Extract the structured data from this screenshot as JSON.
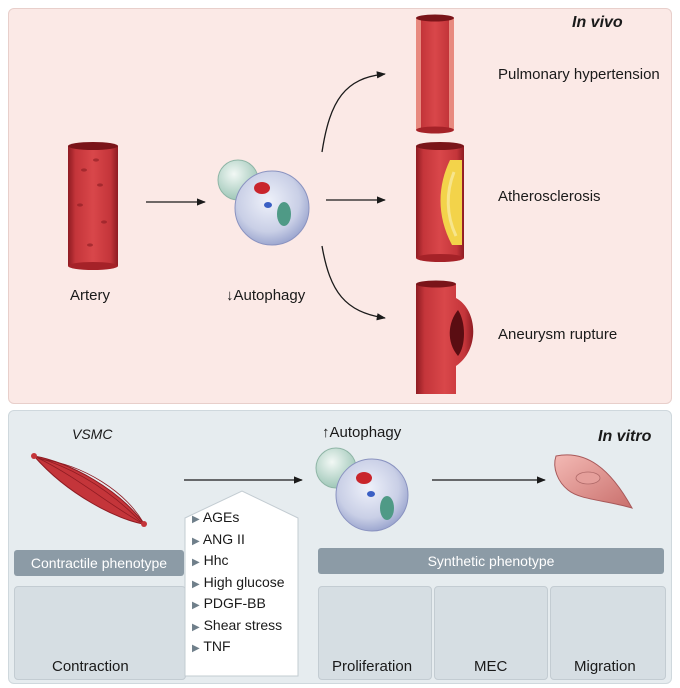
{
  "in_vivo": {
    "title": "In vivo",
    "artery_label": "Artery",
    "autophagy_label": "Autophagy",
    "autophagy_arrow": "down",
    "outcomes": [
      "Pulmonary hypertension",
      "Atherosclerosis",
      "Aneurysm rupture"
    ]
  },
  "in_vitro": {
    "title": "In vitro",
    "vsmc_label": "VSMC",
    "autophagy_label": "Autophagy",
    "autophagy_arrow": "up",
    "contractile_phenotype": "Contractile phenotype",
    "synthetic_phenotype": "Synthetic phenotype",
    "contraction_label": "Contraction",
    "stimuli": [
      "AGEs",
      "ANG II",
      "Hhc",
      "High glucose",
      "PDGF-BB",
      "Shear stress",
      "TNF"
    ],
    "synthetic_items": [
      "Proliferation",
      "MEC",
      "Migration"
    ]
  },
  "colors": {
    "vessel": "#b8232b",
    "vessel_light": "#e05a5a",
    "plaque": "#f3d34a",
    "top_bg": "#fbe9e6",
    "bottom_bg": "#e6ecef",
    "bar": "#8c9ba6"
  }
}
